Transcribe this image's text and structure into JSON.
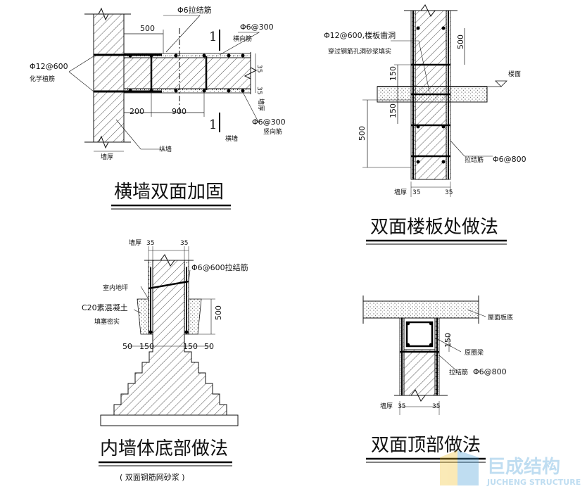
{
  "d1": {
    "title": "横墙双面加固",
    "labels": {
      "phi6_tie": "Φ6拉结筋",
      "phi6_300": "Φ6@300",
      "hengxiang": "横向筋",
      "phi12": "Φ12@600",
      "huaxue": "化学植筋",
      "dim500": "500",
      "dim200": "200",
      "dim900": "900",
      "dim35a": "35",
      "dim35b": "35",
      "qiangou": "墙厚",
      "phi6_300b": "Φ6@300",
      "shuxiang": "竖向筋",
      "hengqiang": "横墙",
      "zongqiang": "纵墙",
      "sec_top": "1",
      "sec_bot": "1",
      "qianghou": "墙厚"
    }
  },
  "d2": {
    "title": "双面楼板处做法",
    "labels": {
      "phi12": "Φ12@600,楼板凿洞",
      "chuanguo": "穿过钢筋孔洞砂浆填实",
      "dim500a": "500",
      "loumian": "楼面",
      "dim150a": "150",
      "dim150b": "150",
      "dim500b": "500",
      "lajiejin": "拉结筋",
      "phi6_800": "Φ6@800",
      "qianghou": "墙厚",
      "dim35a": "35",
      "dim35b": "35"
    }
  },
  "d3": {
    "title": "内墙体底部做法",
    "subtitle": "( 双面钢筋网砂浆 )",
    "labels": {
      "qianghou": "墙厚",
      "dim35a": "35",
      "dim35b": "35",
      "phi6_600": "Φ6@600拉结筋",
      "shinei": "室内地坪",
      "c20": "C20素混凝土",
      "tiansai": "填塞密实",
      "dim500": "500",
      "dim50a": "50",
      "dim150a": "150",
      "dim150b": "150",
      "dim50b": "50"
    }
  },
  "d4": {
    "title": "双面顶部做法",
    "labels": {
      "wumian": "屋面板底",
      "dim150": "150",
      "yuanquanliang": "原圈梁",
      "lajiejin": "拉结筋",
      "phi6_800": "Φ6@800",
      "qianghou": "墙厚",
      "dim35a": "35",
      "dim35b": "35"
    }
  },
  "watermark": {
    "cn": "巨成结构",
    "en": "JUCHENG STRUCTURE"
  }
}
